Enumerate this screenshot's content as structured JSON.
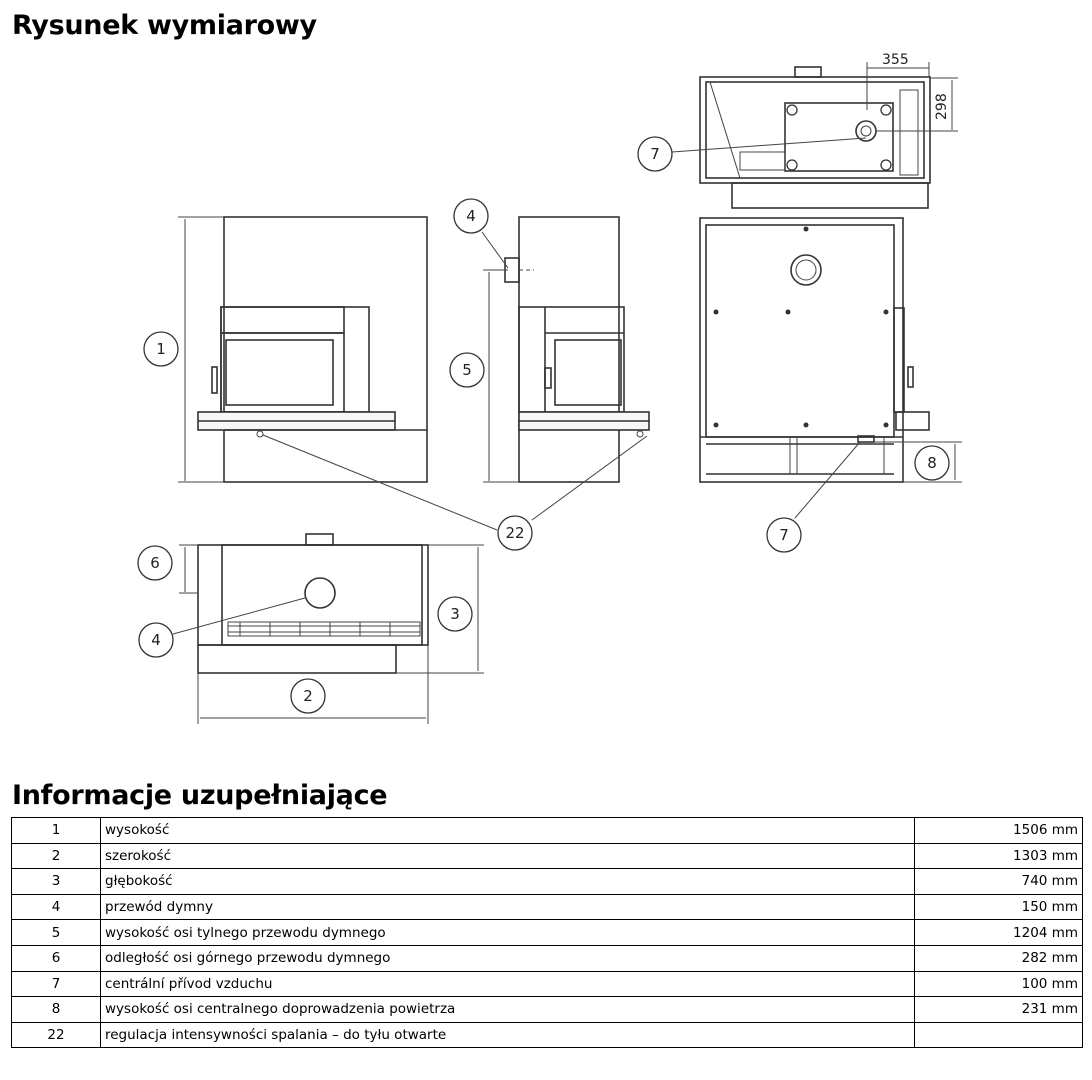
{
  "titles": {
    "drawing": "Rysunek wymiarowy",
    "info": "Informacje uzupełniające"
  },
  "drawing": {
    "callouts": [
      "1",
      "2",
      "3",
      "4",
      "5",
      "6",
      "7",
      "8",
      "22"
    ],
    "dimensions": {
      "top_width": "355",
      "top_height": "298"
    }
  },
  "table": {
    "rows": [
      {
        "no": "1",
        "label": "wysokość",
        "value": "1506 mm"
      },
      {
        "no": "2",
        "label": "szerokość",
        "value": "1303 mm"
      },
      {
        "no": "3",
        "label": "głębokość",
        "value": "740 mm"
      },
      {
        "no": "4",
        "label": "przewód dymny",
        "value": "150 mm"
      },
      {
        "no": "5",
        "label": "wysokość osi tylnego przewodu dymnego",
        "value": "1204 mm"
      },
      {
        "no": "6",
        "label": "odległość osi górnego przewodu dymnego",
        "value": "282 mm"
      },
      {
        "no": "7",
        "label": "centrální přívod vzduchu",
        "value": "100 mm"
      },
      {
        "no": "8",
        "label": "wysokość osi centralnego doprowadzenia powietrza",
        "value": "231 mm"
      },
      {
        "no": "22",
        "label": "regulacja intensywności spalania – do tyłu otwarte",
        "value": ""
      }
    ]
  }
}
